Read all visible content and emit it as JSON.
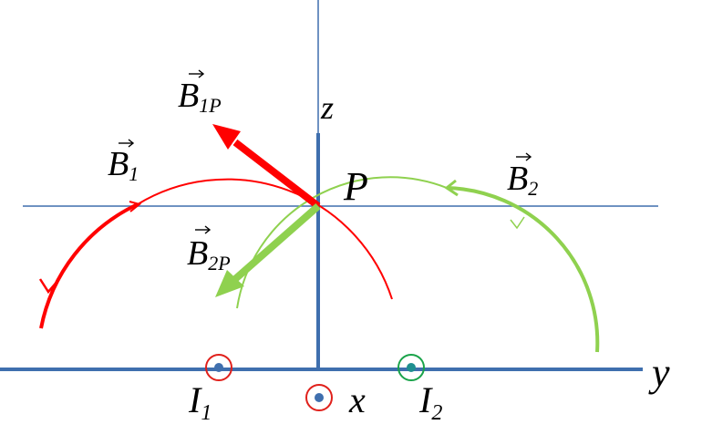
{
  "labels": {
    "B1P": {
      "base": "B",
      "sub": "1P"
    },
    "B1": {
      "base": "B",
      "sub": "1"
    },
    "B2": {
      "base": "B",
      "sub": "2"
    },
    "B2P": {
      "base": "B",
      "sub": "2P"
    },
    "point": "P",
    "z_axis": "z",
    "y_axis": "y",
    "x_axis": "x",
    "I1": {
      "base": "I",
      "sub": "1"
    },
    "I2": {
      "base": "I",
      "sub": "2"
    }
  },
  "colors": {
    "axis": "#3f6fae",
    "thin_axis": "#3f6fae",
    "red": "#ff0000",
    "green": "#8fd14f",
    "current_red_ring": "#e0201b",
    "current_green_ring": "#1aa34a",
    "dot_blue": "#3f6fae",
    "dot_teal": "#1f8f8f"
  },
  "icons": {
    "current_out_of_page": "circle-dot-icon"
  }
}
